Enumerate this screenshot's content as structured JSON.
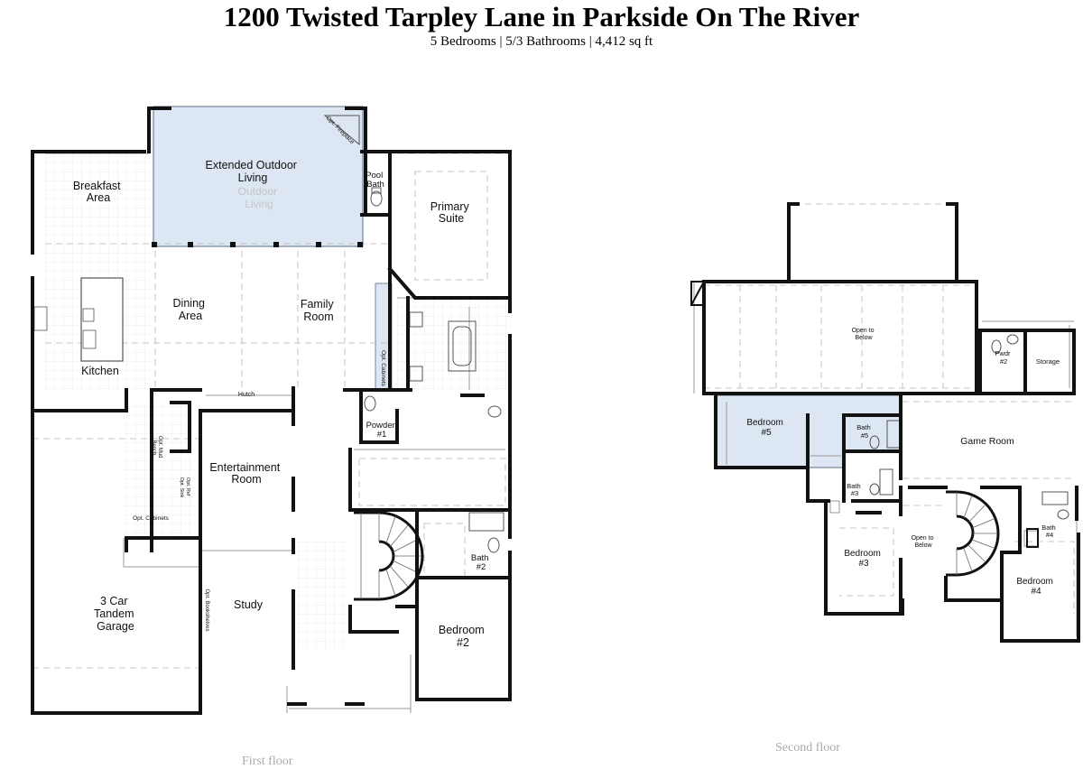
{
  "header": {
    "title": "1200 Twisted Tarpley Lane in Parkside On The River",
    "subtitle": "5 Bedrooms | 5/3 Bathrooms | 4,412 sq ft"
  },
  "first_floor": {
    "caption": "First floor",
    "rooms": {
      "extended_outdoor_living": [
        "Extended Outdoor",
        "Living"
      ],
      "outdoor_living_ghost": [
        "Outdoor",
        "Living"
      ],
      "opt_fireplace": "Opt. Fireplace",
      "pool_bath": [
        "Pool",
        "Bath"
      ],
      "breakfast_area": [
        "Breakfast",
        "Area"
      ],
      "primary_suite": [
        "Primary",
        "Suite"
      ],
      "dining_area": [
        "Dining",
        "Area"
      ],
      "family_room": [
        "Family",
        "Room"
      ],
      "kitchen": "Kitchen",
      "opt_cabinets_family": "Opt. Cabinets",
      "hutch": "Hutch",
      "powder_1": [
        "Powder",
        "#1"
      ],
      "opt_mud_bench": [
        "Opt. Mud",
        "Bench"
      ],
      "entertainment_room": [
        "Entertainment",
        "Room"
      ],
      "opt_ref_sink": [
        "Opt. Ref",
        "Opt. Sink"
      ],
      "opt_cabinets_utility": "Opt. Cabinets",
      "bath_2": [
        "Bath",
        "#2"
      ],
      "three_car_tandem_garage": [
        "3 Car",
        "Tandem",
        "Garage"
      ],
      "study": "Study",
      "opt_bookshelves": "Opt. Bookshelves",
      "bedroom_2": [
        "Bedroom",
        "#2"
      ]
    }
  },
  "second_floor": {
    "caption": "Second floor",
    "rooms": {
      "open_to_below_top": [
        "Open to",
        "Below"
      ],
      "pwdr_2": [
        "Pwdr",
        "#2"
      ],
      "storage": "Storage",
      "bedroom_5": [
        "Bedroom",
        "#5"
      ],
      "bath_5": [
        "Bath",
        "#5"
      ],
      "game_room": "Game Room",
      "bath_3": [
        "Bath",
        "#3"
      ],
      "open_to_below_stairs": [
        "Open to",
        "Below"
      ],
      "bath_4": [
        "Bath",
        "#4"
      ],
      "bedroom_3": [
        "Bedroom",
        "#3"
      ],
      "bedroom_4": [
        "Bedroom",
        "#4"
      ]
    }
  },
  "colors": {
    "wall": "#111111",
    "thin_line": "#9a9a9a",
    "highlight_fill": "#dde7f3",
    "highlight_stroke": "#5b6b80",
    "tile": "#dddddd",
    "caption": "#aaaaaa"
  }
}
